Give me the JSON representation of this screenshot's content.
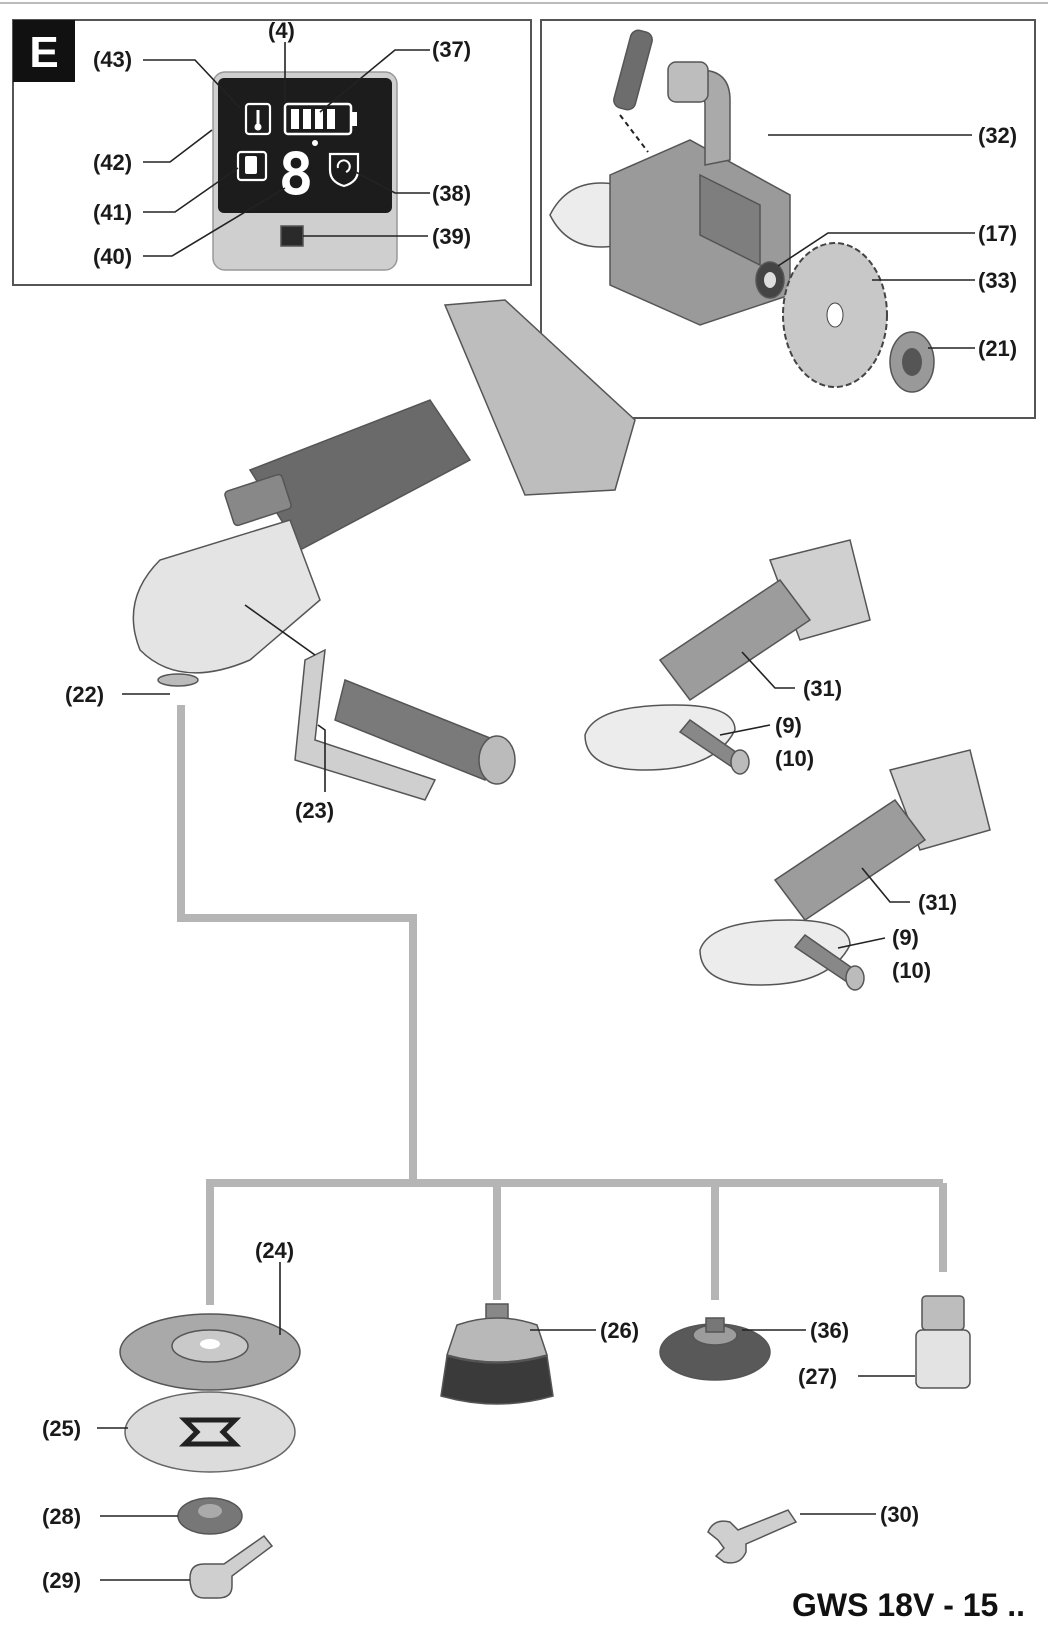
{
  "section_letter": "E",
  "model_label": "GWS 18V - 15 ..",
  "display_digit": "8",
  "labels": {
    "p4": "(4)",
    "p9a": "(9)",
    "p9b": "(9)",
    "p10a": "(10)",
    "p10b": "(10)",
    "p17": "(17)",
    "p21": "(21)",
    "p22": "(22)",
    "p23": "(23)",
    "p24": "(24)",
    "p25": "(25)",
    "p26": "(26)",
    "p27": "(27)",
    "p28": "(28)",
    "p29": "(29)",
    "p30": "(30)",
    "p31a": "(31)",
    "p31b": "(31)",
    "p32": "(32)",
    "p33": "(33)",
    "p36": "(36)",
    "p37": "(37)",
    "p38": "(38)",
    "p39": "(39)",
    "p40": "(40)",
    "p41": "(41)",
    "p42": "(42)",
    "p43": "(43)"
  },
  "colors": {
    "tree": "#b5b5b5",
    "display": "#1c1c1c",
    "panel": "#d9d9d9",
    "ink": "#1a1a1a"
  }
}
